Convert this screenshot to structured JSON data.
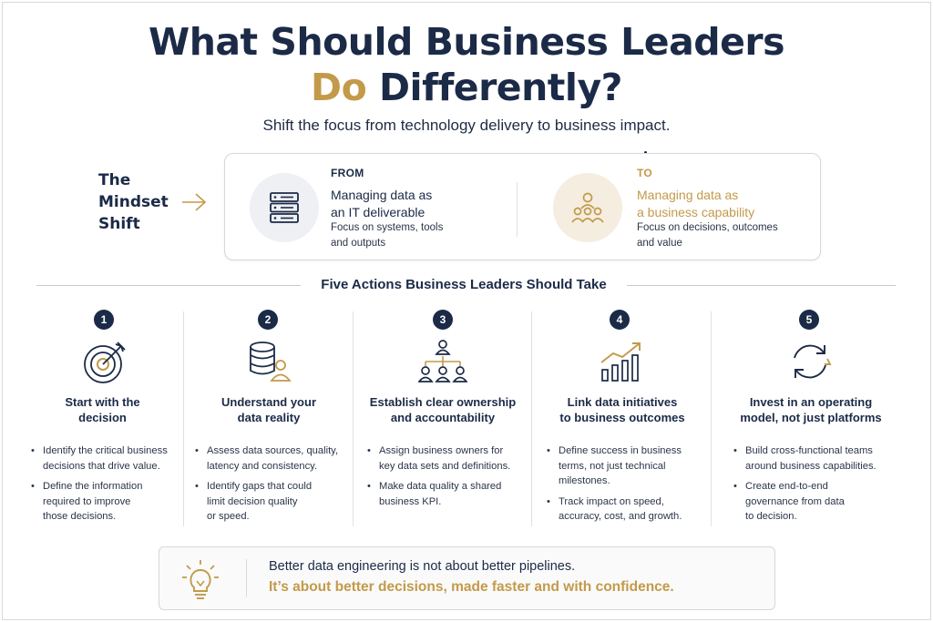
{
  "header": {
    "title_line1": "What Should Business Leaders",
    "title_line2_accent": "Do",
    "title_line2_rest": "Differently?",
    "subtitle": "Shift the focus from technology delivery to business impact."
  },
  "mindset": {
    "label_lines": [
      "The",
      "Mindset",
      "Shift"
    ],
    "from": {
      "label": "FROM",
      "heading_lines": [
        "Managing data as",
        "an IT deliverable"
      ],
      "desc_lines": [
        "Focus on systems, tools",
        "and outputs"
      ],
      "icon": "server-icon"
    },
    "to": {
      "label": "TO",
      "heading_lines": [
        "Managing data as",
        "a business capability"
      ],
      "desc_lines": [
        "Focus on decisions, outcomes",
        "and value"
      ],
      "icon": "team-icon"
    }
  },
  "actions_section": {
    "title": "Five Actions Business Leaders Should Take",
    "items": [
      {
        "number": "1",
        "icon": "target-icon",
        "title_lines": [
          "Start with the",
          "decision"
        ],
        "bullets": [
          [
            "Identify the critical business",
            "decisions that drive value."
          ],
          [
            "Define the information",
            "required to improve",
            "those decisions."
          ]
        ]
      },
      {
        "number": "2",
        "icon": "database-user-icon",
        "title_lines": [
          "Understand your",
          "data reality"
        ],
        "bullets": [
          [
            "Assess data sources, quality,",
            "latency and consistency."
          ],
          [
            "Identify gaps that could",
            "limit decision quality",
            "or speed."
          ]
        ]
      },
      {
        "number": "3",
        "icon": "org-chart-icon",
        "title_lines": [
          "Establish clear ownership",
          "and accountability"
        ],
        "bullets": [
          [
            "Assign business owners for",
            "key data sets and definitions."
          ],
          [
            "Make data quality a shared",
            "business KPI."
          ]
        ]
      },
      {
        "number": "4",
        "icon": "growth-chart-icon",
        "title_lines": [
          "Link data initiatives",
          "to business outcomes"
        ],
        "bullets": [
          [
            "Define success in business",
            "terms, not just technical",
            "milestones."
          ],
          [
            "Track impact on speed,",
            "accuracy, cost, and growth."
          ]
        ]
      },
      {
        "number": "5",
        "icon": "cycle-icon",
        "title_lines": [
          "Invest in an operating",
          "model, not just platforms"
        ],
        "bullets": [
          [
            "Build cross-functional teams",
            "around business capabilities."
          ],
          [
            "Create end-to-end",
            "governance from data",
            "to decision."
          ]
        ]
      }
    ]
  },
  "footer": {
    "icon": "lightbulb-icon",
    "line1": "Better data engineering is not about better pipelines.",
    "line2": "It’s about better decisions, made faster and with confidence."
  },
  "colors": {
    "navy": "#1b2a47",
    "gold": "#c39a4a"
  }
}
